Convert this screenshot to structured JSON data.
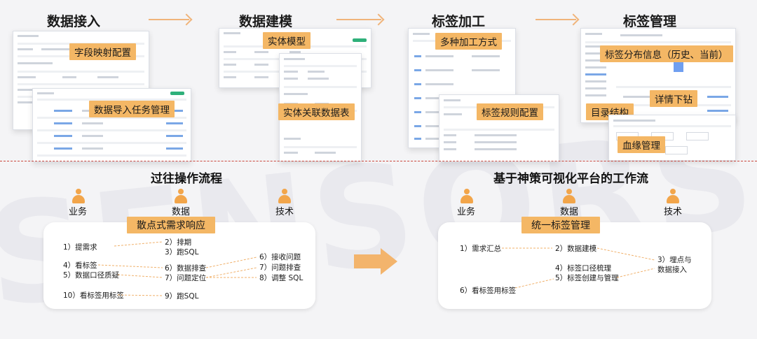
{
  "stages": {
    "s1": "数据接入",
    "s2": "数据建模",
    "s3": "标签加工",
    "s4": "标签管理"
  },
  "tags": {
    "t1": "字段映射配置",
    "t2": "数据导入任务管理",
    "t3": "实体模型",
    "t4": "实体关联数据表",
    "t5": "多种加工方式",
    "t6": "标签规则配置",
    "t7": "标签分布信息（历史、当前）",
    "t8": "详情下钻",
    "t9": "目录结构",
    "t10": "血缘管理"
  },
  "left": {
    "title": "过往操作流程",
    "roles": [
      "业务",
      "数据",
      "技术"
    ],
    "header": "散点式需求响应",
    "steps": {
      "a1": "1）提需求",
      "a4": "4）看标签",
      "a5": "5）数据口径质疑",
      "a10": "10）看标签用标签",
      "b2": "2）排期",
      "b3": "3）跑SQL",
      "b6": "6）数据排查",
      "b7": "7）问题定位",
      "b9": "9）跑SQL",
      "c6": "6）接收问题",
      "c7": "7）问题排查",
      "c8": "8）调整 SQL"
    }
  },
  "right": {
    "title": "基于神策可视化平台的工作流",
    "roles": [
      "业务",
      "数据",
      "技术"
    ],
    "header": "统一标签管理",
    "steps": {
      "a1": "1）需求汇总",
      "a6": "6）看标签用标签",
      "b2": "2）数据建模",
      "b4": "4）标签口径梳理",
      "b5": "5）标签创建与管理",
      "c3a": "3）埋点与",
      "c3b": "数据接入"
    }
  },
  "colors": {
    "accent": "#f4b765",
    "person": "#f2a54a",
    "divider": "#c9463c",
    "arrow": "#f0b47a"
  }
}
